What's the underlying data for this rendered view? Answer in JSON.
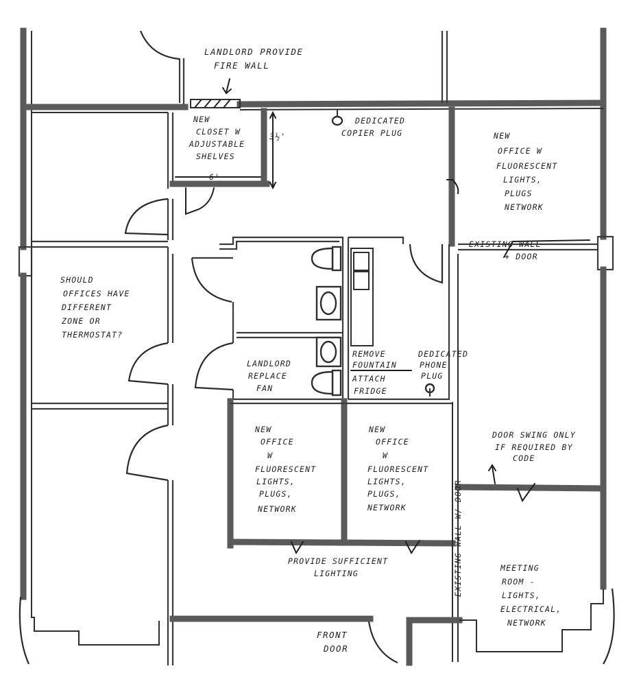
{
  "document": {
    "type": "hand-drawn floor plan sketch",
    "colors": {
      "paper": "#ffffff",
      "ink": "#1e1e1e",
      "wall_fill": "#5a5a5a"
    }
  },
  "annotations": {
    "fire_wall": [
      "LANDLORD PROVIDE",
      "FIRE WALL"
    ],
    "closet": [
      "NEW",
      "CLOSET W",
      "ADJUSTABLE",
      "SHELVES"
    ],
    "closet_dim_height": "3½'",
    "closet_dim_width": "6'",
    "copier_plug": [
      "DEDICATED",
      "COPIER PLUG"
    ],
    "office_ne": [
      "NEW",
      "OFFICE  W",
      "FLUORESCENT",
      "LIGHTS,",
      "PLUGS",
      "NETWORK"
    ],
    "existing_wall_door": [
      "EXISTING WALL",
      "+ DOOR"
    ],
    "thermostat_question": [
      "SHOULD",
      "OFFICES  HAVE",
      "DIFFERENT",
      "ZONE OR",
      "THERMOSTAT?"
    ],
    "landlord_fan": [
      "LANDLORD",
      "REPLACE",
      "FAN"
    ],
    "fountain": [
      "REMOVE",
      "FOUNTAIN"
    ],
    "fridge": [
      "ATTACH",
      "FRIDGE"
    ],
    "phone_plug": [
      "DEDICATED",
      "PHONE",
      "PLUG"
    ],
    "office_center_left": [
      "NEW",
      "OFFICE",
      "W",
      "FLUORESCENT",
      "LIGHTS,",
      "PLUGS,",
      "NETWORK"
    ],
    "office_center_right": [
      "NEW",
      "OFFICE",
      "W",
      "FLUORESCENT",
      "LIGHTS,",
      "PLUGS,",
      "NETWORK"
    ],
    "door_swing": [
      "DOOR SWING ONLY",
      "IF REQUIRED BY",
      "CODE"
    ],
    "existing_wall_vertical": "EXISTING WALL W/ DOOR",
    "lighting": [
      "PROVIDE  SUFFICIENT",
      "LIGHTING"
    ],
    "meeting_room": [
      "MEETING",
      "ROOM -",
      "LIGHTS,",
      "ELECTRICAL,",
      "NETWORK"
    ],
    "front_door": [
      "FRONT",
      "DOOR"
    ]
  }
}
